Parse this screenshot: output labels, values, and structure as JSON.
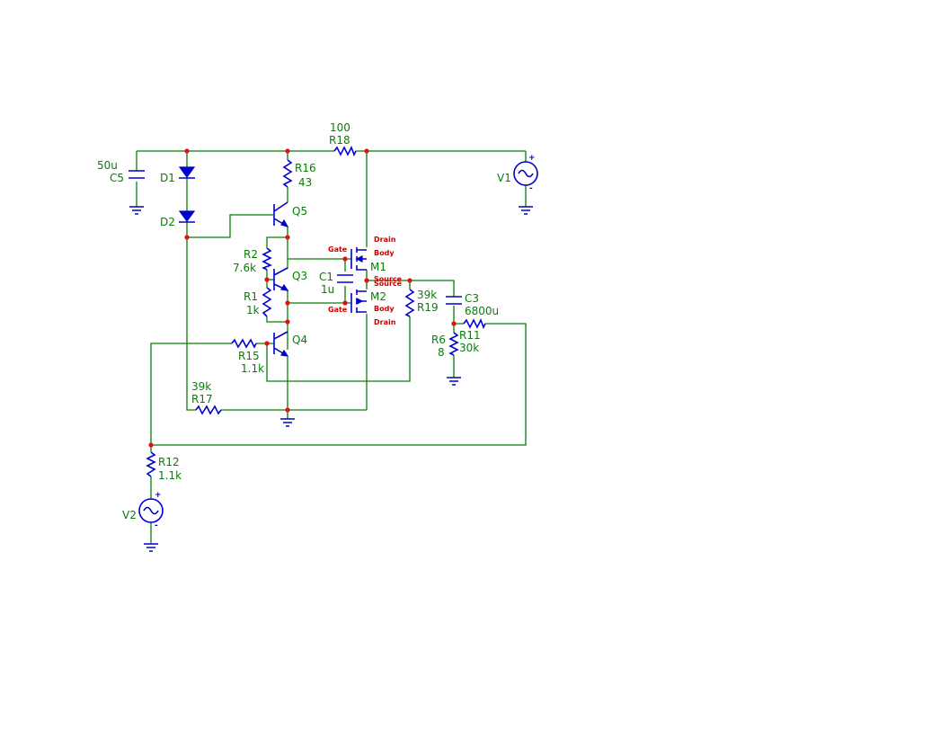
{
  "colors": {
    "wire": "#0a7d0a",
    "component": "#0000cc",
    "label": "#0a7d0a",
    "pin_label": "#cc0000",
    "junction": "#e01010",
    "background": "#ffffff"
  },
  "labels": {
    "c5_value": "50u",
    "c5_name": "C5",
    "d1_name": "D1",
    "d2_name": "D2",
    "r18_value": "100",
    "r18_name": "R18",
    "r16_name": "R16",
    "r16_value": "43",
    "q5_name": "Q5",
    "v1_name": "V1",
    "v1_plus": "+",
    "v1_minus": "-",
    "r2_name": "R2",
    "r2_value": "7.6k",
    "q3_name": "Q3",
    "r1_name": "R1",
    "r1_value": "1k",
    "q4_name": "Q4",
    "r15_name": "R15",
    "r15_value": "1.1k",
    "r17_value": "39k",
    "r17_name": "R17",
    "c1_name": "C1",
    "c1_value": "1u",
    "m1_name": "M1",
    "m2_name": "M2",
    "r19_value": "39k",
    "r19_name": "R19",
    "c3_name": "C3",
    "c3_value": "6800u",
    "r11_name": "R11",
    "r11_value": "30k",
    "r6_name": "R6",
    "r6_value": "8",
    "r12_name": "R12",
    "r12_value": "1.1k",
    "v2_name": "V2",
    "v2_plus": "+",
    "v2_minus": "-"
  },
  "pin_labels": {
    "m1_gate": "Gate",
    "m1_drain": "Drain",
    "m1_body": "Body",
    "m1_source": "Source",
    "m2_source": "Source",
    "m2_gate": "Gate",
    "m2_body": "Body",
    "m2_drain": "Drain"
  }
}
